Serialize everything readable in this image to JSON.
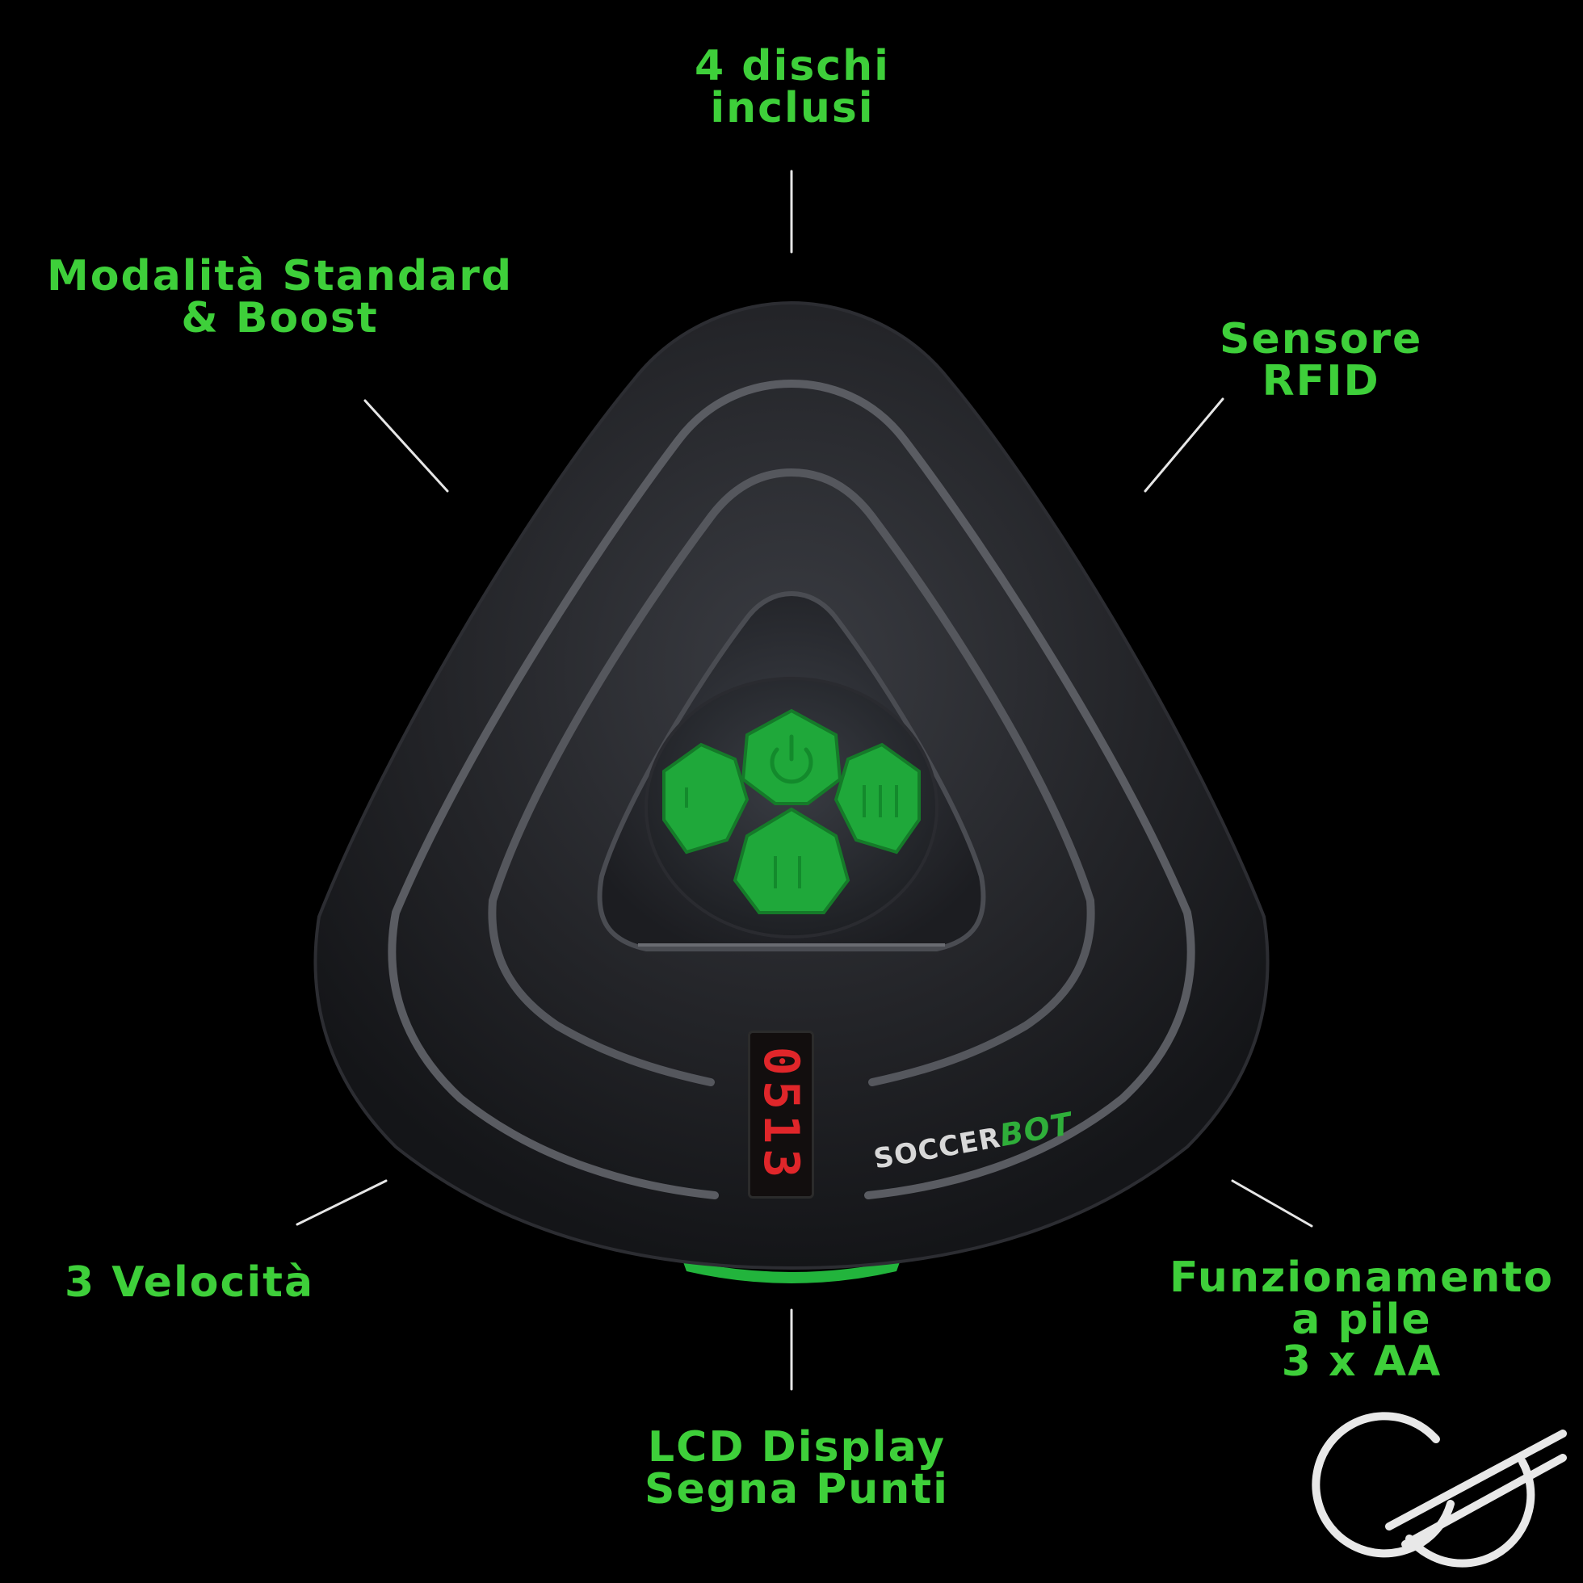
{
  "labels": {
    "discs": [
      "4 dischi",
      "inclusi"
    ],
    "modes": [
      "Modalità Standard",
      "& Boost"
    ],
    "sensor": [
      "Sensore",
      "RFID"
    ],
    "speeds": [
      "3 Velocità"
    ],
    "battery": [
      "Funzionamento",
      "a pile",
      "3 x AA"
    ],
    "display": [
      "LCD Display",
      "Segna Punti"
    ]
  },
  "brand": {
    "soccer": "SOCCER",
    "bot": "BOT"
  },
  "display_value": "0513",
  "colors": {
    "label_green": "#3ecf3a",
    "button_green": "#1fa83a",
    "body_dark": "#232428",
    "ring_grey": "#5a5c62",
    "lcd_red": "#e0262a"
  },
  "icons": [
    "power-icon",
    "speed-1-icon",
    "speed-2-icon",
    "speed-3-icon",
    "corner-logo-icon"
  ]
}
